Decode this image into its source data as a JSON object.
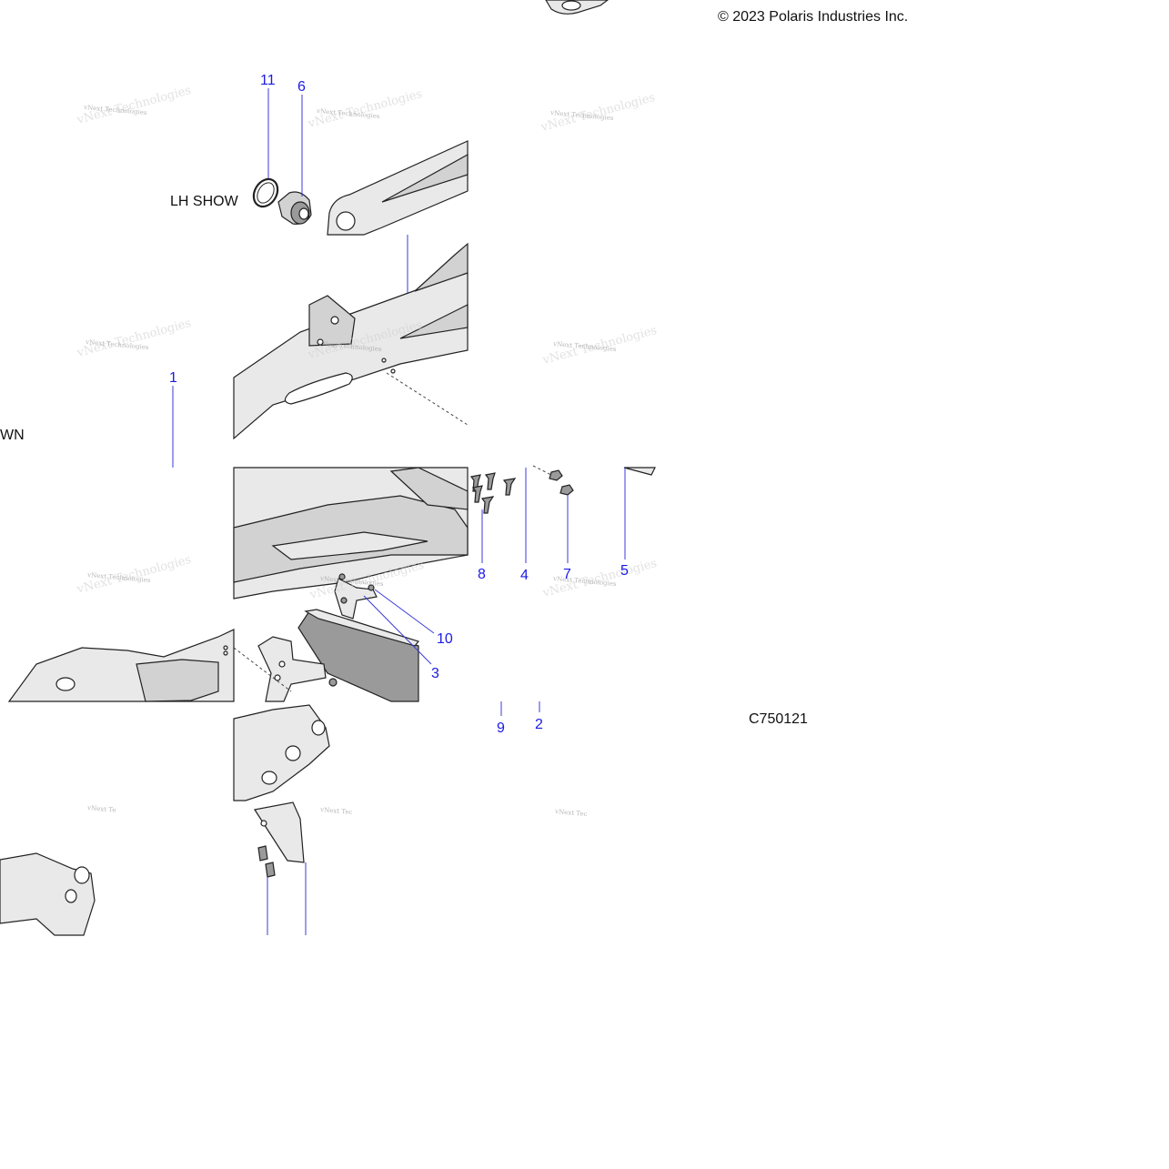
{
  "copyright": "© 2023 Polaris Industries Inc.",
  "view_label_1": "LH SHOW",
  "view_label_2": "WN",
  "figure_code": "C750121",
  "watermark_text": "vNext Technologies",
  "callouts": {
    "c11": "11",
    "c6": "6",
    "c1": "1",
    "c8": "8",
    "c4": "4",
    "c7": "7",
    "c5": "5",
    "c10": "10",
    "c3": "3",
    "c9": "9",
    "c2": "2"
  },
  "colors": {
    "callout": "#1a1ae6",
    "leader": "#3b3bd9",
    "part_fill": "#e9e9e9",
    "outline": "#222222"
  }
}
